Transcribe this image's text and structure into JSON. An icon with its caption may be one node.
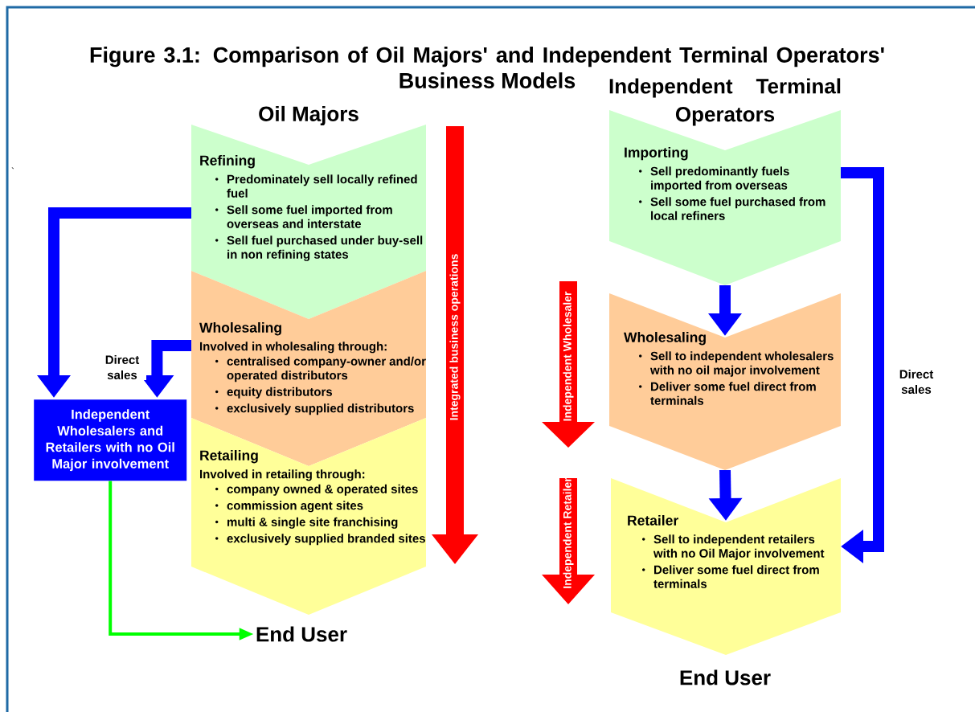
{
  "diagram": {
    "title": "Figure 3.1: Comparison of Oil Majors' and Independent Terminal Operators' Business Models",
    "nodes": [
      {
        "text": [
          "Refining",
          "Predominately sell locally refined fuel",
          "Sell some fuel imported from overseas and interstate",
          "Sell fuel purchased under buy-sell in non refining states"
        ]
      },
      {
        "text": [
          "Wholesaling",
          "Involved in wholesaling through:",
          "centralised company-owner and/or operated distributors",
          "equity distributors",
          "exclusively supplied distributors"
        ]
      },
      {
        "text": [
          "Retailing",
          "Involved in retailing through:",
          "company owned & operated sites",
          "commission agent sites",
          "multi & single site franchising",
          "exclusively supplied branded sites"
        ]
      },
      {
        "text": [
          "Independent Wholesalers and Retailers with no Oil Major involvement"
        ]
      },
      {
        "text": [
          "End User"
        ]
      },
      {
        "text": [
          "Importing",
          "Sell predominantly fuels imported from overseas",
          "Sell some fuel purchased from local refiners"
        ]
      },
      {
        "text": [
          "Wholesaling",
          "Sell to independent wholesalers with no oil major involvement",
          "Deliver some fuel direct from terminals"
        ]
      },
      {
        "text": [
          "Retailer",
          "Sell to independent retailers with no Oil Major involvement",
          "Deliver some fuel direct from terminals"
        ]
      }
    ],
    "edges": [
      {
        "from": 0,
        "to": 3,
        "arrow": "to"
      },
      {
        "from": 1,
        "to": 3,
        "arrow": "to",
        "label": "Direct sales"
      },
      {
        "from": 3,
        "to": 4,
        "arrow": "to",
        "color": "#00ff00"
      },
      {
        "from": 5,
        "to": 6,
        "arrow": "to"
      },
      {
        "from": 6,
        "to": 7,
        "arrow": "to"
      },
      {
        "from": 5,
        "to": 7,
        "arrow": "to",
        "label": "Direct sales"
      }
    ],
    "labels": [
      "Oil Majors",
      "Independent Terminal Operators",
      "`",
      "Integrated business operations",
      "Independent Wholesaler",
      "Independent Retailer",
      "End User"
    ]
  }
}
